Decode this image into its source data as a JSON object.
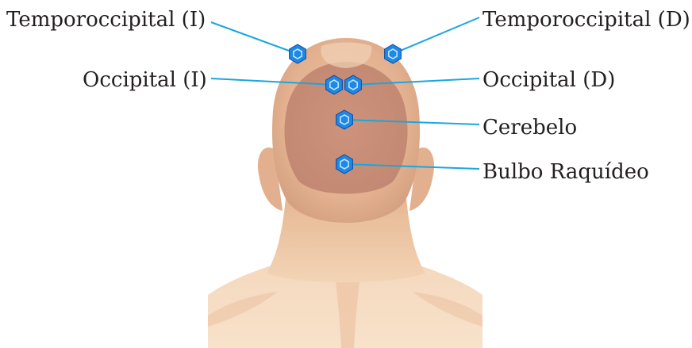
{
  "colors": {
    "background": "#ffffff",
    "label_text": "#231f20",
    "leader_line": "#1aa6e0",
    "marker_fill": "#1e88e5",
    "marker_stroke": "#0d47a1",
    "marker_inner": "#bfe3ff",
    "skin_light": "#f6dcc0",
    "skin_mid": "#ecc7a5",
    "skin_shadow": "#d9a582",
    "scalp_zone": "#c99079"
  },
  "marker_icon": "hexagon-target-icon",
  "labels": {
    "temporoccipital_left": "Temporoccipital (I)",
    "temporoccipital_right": "Temporoccipital (D)",
    "occipital_left": "Occipital (I)",
    "occipital_right": "Occipital (D)",
    "cerebelo": "Cerebelo",
    "bulbo_raquideo": "Bulbo Raquídeo"
  }
}
